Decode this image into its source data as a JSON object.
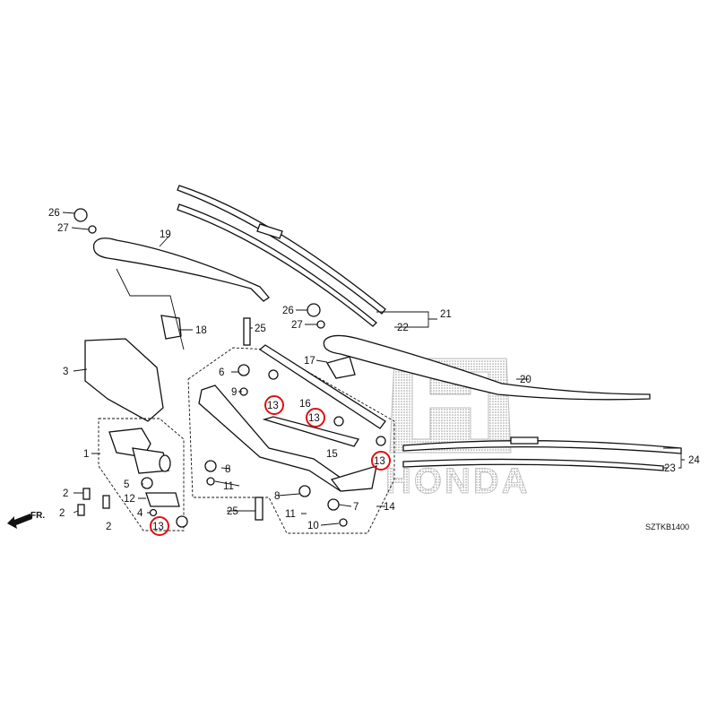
{
  "diagram": {
    "code": "SZTKB1400",
    "front_marker": "FR.",
    "logo_text": "HONDA",
    "highlight_color": "#e01010",
    "callouts": [
      "26",
      "27",
      "19",
      "18",
      "3",
      "1",
      "2",
      "2",
      "2",
      "5",
      "12",
      "4",
      "13",
      "25",
      "6",
      "9",
      "13",
      "16",
      "13",
      "15",
      "13",
      "8",
      "11",
      "8",
      "11",
      "10",
      "7",
      "14",
      "25",
      "26",
      "27",
      "17",
      "22",
      "21",
      "20",
      "24",
      "23"
    ]
  }
}
